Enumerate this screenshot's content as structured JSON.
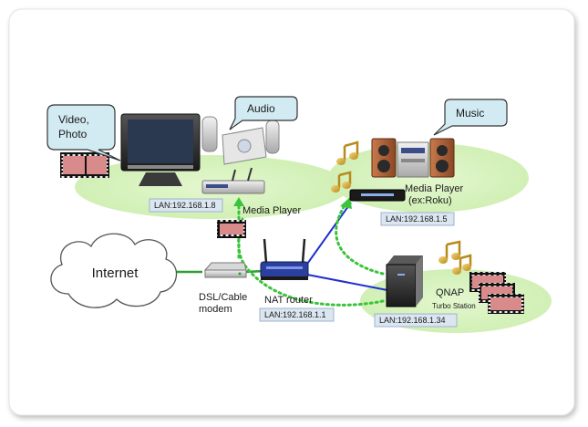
{
  "callouts": {
    "video_photo_line1": "Video,",
    "video_photo_line2": "Photo",
    "audio": "Audio",
    "music": "Music"
  },
  "internet": "Internet",
  "modem": {
    "line1": "DSL/Cable",
    "line2": "modem"
  },
  "router": {
    "label": "NAT router",
    "lan": "LAN:192.168.1.1"
  },
  "media_player_home": {
    "label": "Media Player",
    "lan": "LAN:192.168.1.8"
  },
  "media_player_roku": {
    "line1": "Media Player",
    "line2": "(ex:Roku)",
    "lan": "LAN:192.168.1.5"
  },
  "qnap": {
    "line1": "QNAP",
    "line2": "Turbo Station",
    "lan": "LAN:192.168.1.34"
  },
  "colors": {
    "zone_green": "#d4f0b8",
    "callout_fill": "#d2ebf3",
    "wire_blue": "#1f2fcf",
    "wire_green": "#2e9e2e",
    "stream_dotted": "#39c43a",
    "lan_box": "#dbe6f1"
  }
}
